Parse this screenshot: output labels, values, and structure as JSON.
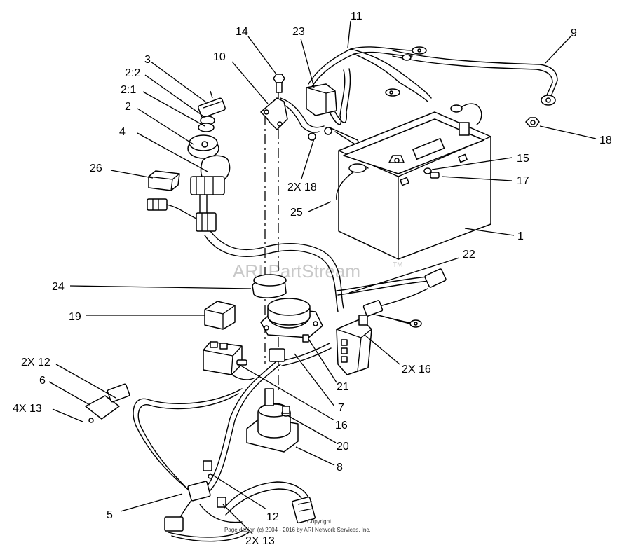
{
  "watermark": "ARI PartStream",
  "watermark_tm": "TM",
  "copyright": "Page design (c) 2004 - 2016 by ARI Network Services, Inc.",
  "copyright_faint": "Copyright",
  "callouts": {
    "c1": "1",
    "c2": "2",
    "c2_1": "2:1",
    "c2_2": "2:2",
    "c3": "3",
    "c4": "4",
    "c5": "5",
    "c6": "6",
    "c7": "7",
    "c8": "8",
    "c9": "9",
    "c10": "10",
    "c11": "11",
    "c12": "12",
    "c2x12": "2X 12",
    "c2x13": "2X 13",
    "c4x13": "4X 13",
    "c14": "14",
    "c15": "15",
    "c16": "16",
    "c2x16": "2X 16",
    "c17": "17",
    "c18": "18",
    "c2x18": "2X 18",
    "c19": "19",
    "c20": "20",
    "c21": "21",
    "c22": "22",
    "c23": "23",
    "c24": "24",
    "c25": "25",
    "c26": "26"
  }
}
